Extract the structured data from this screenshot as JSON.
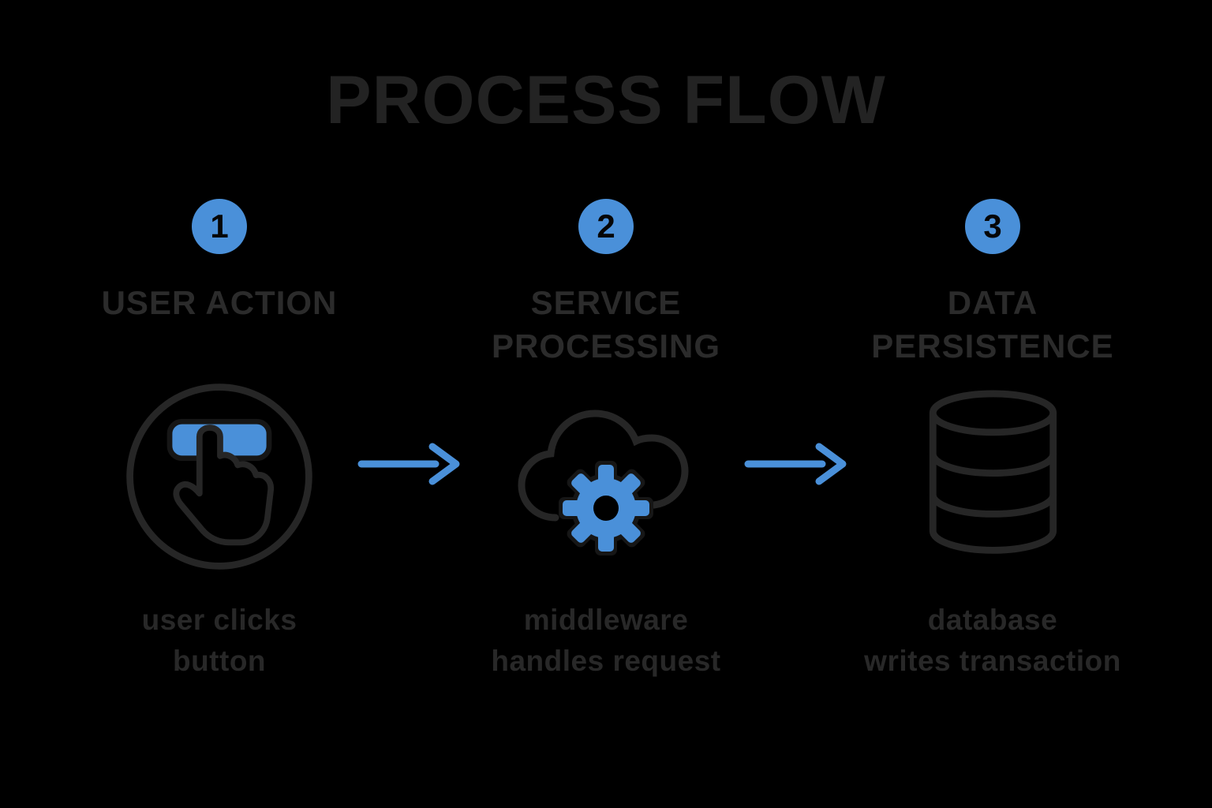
{
  "title": "PROCESS FLOW",
  "steps": [
    {
      "number": "1",
      "heading": "USER ACTION",
      "caption": "user clicks\nbutton",
      "icon": "tap-button-icon"
    },
    {
      "number": "2",
      "heading": "SERVICE\nPROCESSING",
      "caption": "middleware\nhandles request",
      "icon": "cloud-gear-icon"
    },
    {
      "number": "3",
      "heading": "DATA\nPERSISTENCE",
      "caption": "database\nwrites transaction",
      "icon": "database-cylinder-icon"
    }
  ],
  "colors": {
    "background": "#000000",
    "accent_blue": "#4a90d9",
    "heading_text": "#2b2b2b",
    "caption_text": "#282828",
    "icon_outline": "#262626",
    "badge_number": "#060606"
  }
}
